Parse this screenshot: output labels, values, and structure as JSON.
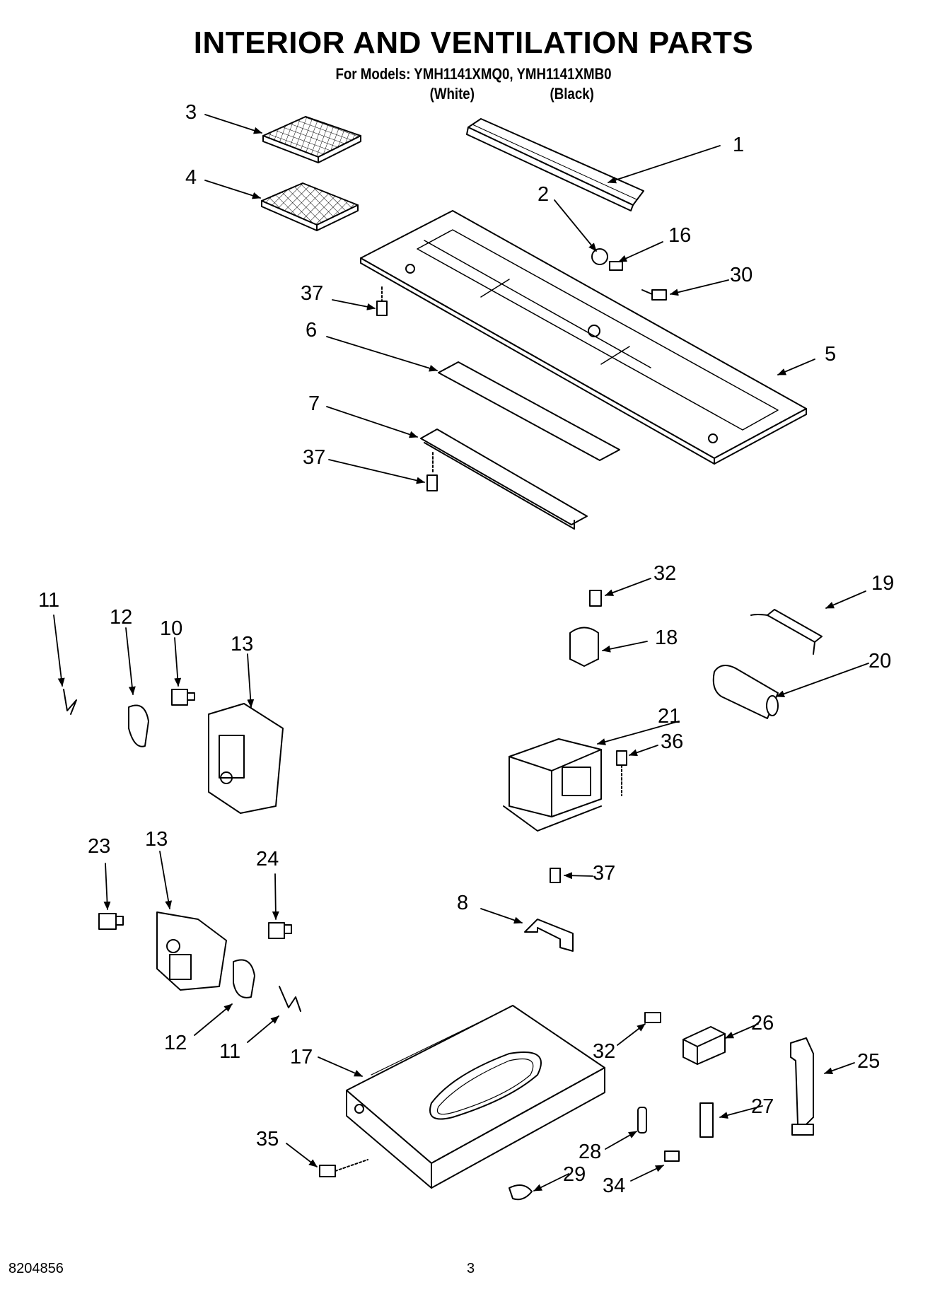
{
  "header": {
    "title": "INTERIOR AND VENTILATION PARTS",
    "models_line": "For Models: YMH1141XMQ0, YMH1141XMB0",
    "color_white": "(White)",
    "color_black": "(Black)"
  },
  "callouts": [
    "1",
    "2",
    "3",
    "4",
    "5",
    "6",
    "7",
    "8",
    "10",
    "11",
    "12",
    "13",
    "16",
    "17",
    "18",
    "19",
    "20",
    "21",
    "23",
    "24",
    "25",
    "26",
    "27",
    "28",
    "29",
    "30",
    "32",
    "34",
    "35",
    "36",
    "37"
  ],
  "footer": {
    "doc_number": "8204856",
    "page_number": "3"
  }
}
